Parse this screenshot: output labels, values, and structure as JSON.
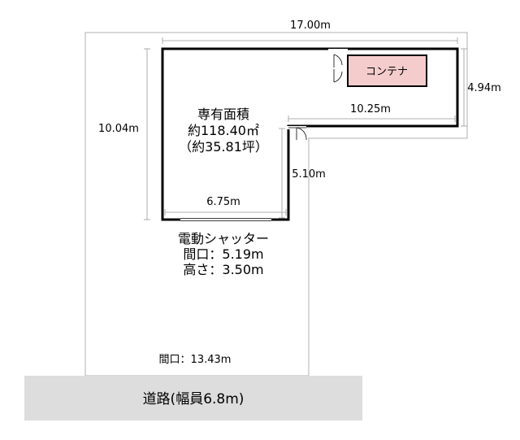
{
  "dimensions": {
    "top_width": "17.00m",
    "left_height": "10.04m",
    "right_height": "4.94m",
    "inner_step": "10.25m",
    "step_height": "5.10m",
    "bottom_width": "6.75m"
  },
  "area": {
    "title": "専有面積",
    "sqm": "約118.40㎡",
    "tsubo": "（約35.81坪）"
  },
  "container_label": "コンテナ",
  "shutter": {
    "title": "電動シャッター",
    "width": "間口：5.19m",
    "height": "高さ：3.50m"
  },
  "frontage": "間口：13.43m",
  "road": "道路(幅員6.8m)",
  "colors": {
    "container_fill": "#f5cccc",
    "road_fill": "#dddddd",
    "lot_line": "#b0b0b0",
    "wall": "#000000"
  }
}
